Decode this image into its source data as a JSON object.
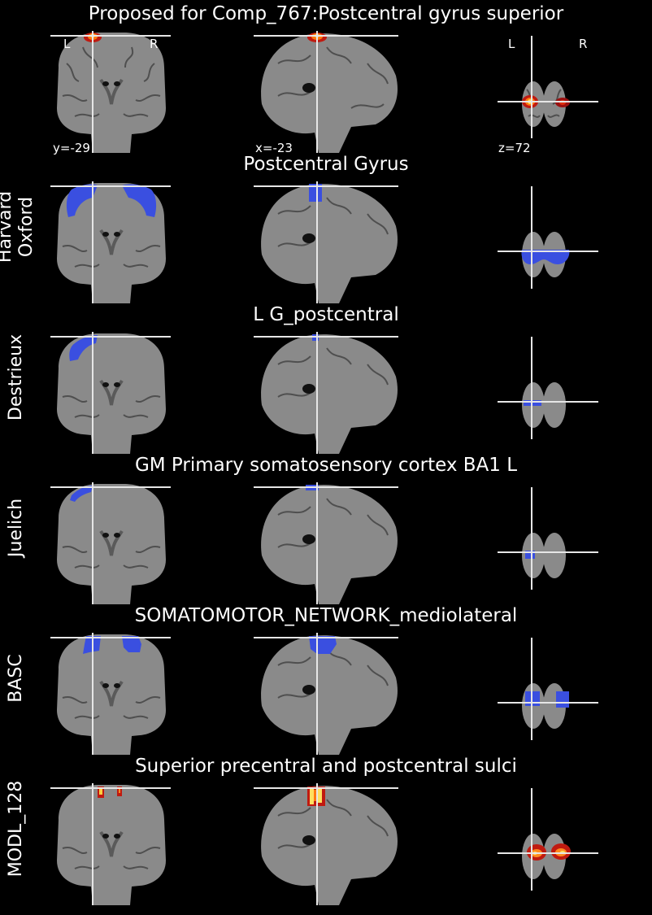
{
  "figure_title": "Proposed for Comp_767:Postcentral gyrus superior",
  "orientation": {
    "left": "L",
    "right": "R"
  },
  "coordinates": {
    "coronal": "y=-29",
    "sagittal": "x=-23",
    "axial": "z=72"
  },
  "rows": [
    {
      "atlas": "",
      "region": "",
      "overlay": "heat"
    },
    {
      "atlas": "Harvard\nOxford",
      "region": "Postcentral Gyrus",
      "overlay": "blue"
    },
    {
      "atlas": "Destrieux",
      "region": "L G_postcentral",
      "overlay": "blue"
    },
    {
      "atlas": "Juelich",
      "region": "GM Primary somatosensory cortex BA1 L",
      "overlay": "blue"
    },
    {
      "atlas": "BASC",
      "region": "SOMATOMOTOR_NETWORK_mediolateral",
      "overlay": "blue"
    },
    {
      "atlas": "MODL_128",
      "region": "Superior precentral and postcentral sulci",
      "overlay": "heat"
    }
  ],
  "colors": {
    "background": "#000000",
    "brain": "#8a8a8a",
    "atlas_overlay": "#3a4fe0",
    "heat_overlay": "#e03010",
    "crosshair": "#e6e6e6"
  }
}
